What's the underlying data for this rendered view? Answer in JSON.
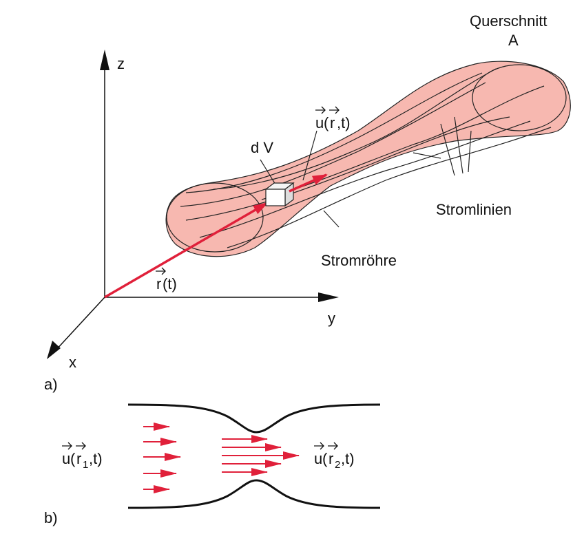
{
  "axes": {
    "z": "z",
    "y": "y",
    "x": "x"
  },
  "panels": {
    "a": "a)",
    "b": "b)"
  },
  "labels": {
    "cross_section_line1": "Querschnitt",
    "cross_section_line2": "A",
    "velocity_u": "u",
    "velocity_r": "r",
    "velocity_t": ",t)",
    "volume_element": "d V",
    "streamlines": "Stromlinien",
    "stream_tube": "Stromröhre",
    "position_r": "r",
    "position_t": "(t)"
  },
  "panel_b": {
    "left_u": "u",
    "left_r": "r",
    "left_sub": "1",
    "left_t": ",t)",
    "right_u": "u",
    "right_r": "r",
    "right_sub": "2",
    "right_t": ",t)"
  },
  "colors": {
    "tube_fill": "#f7b8b0",
    "arrow_red": "#e0203a",
    "ink": "#111111"
  }
}
